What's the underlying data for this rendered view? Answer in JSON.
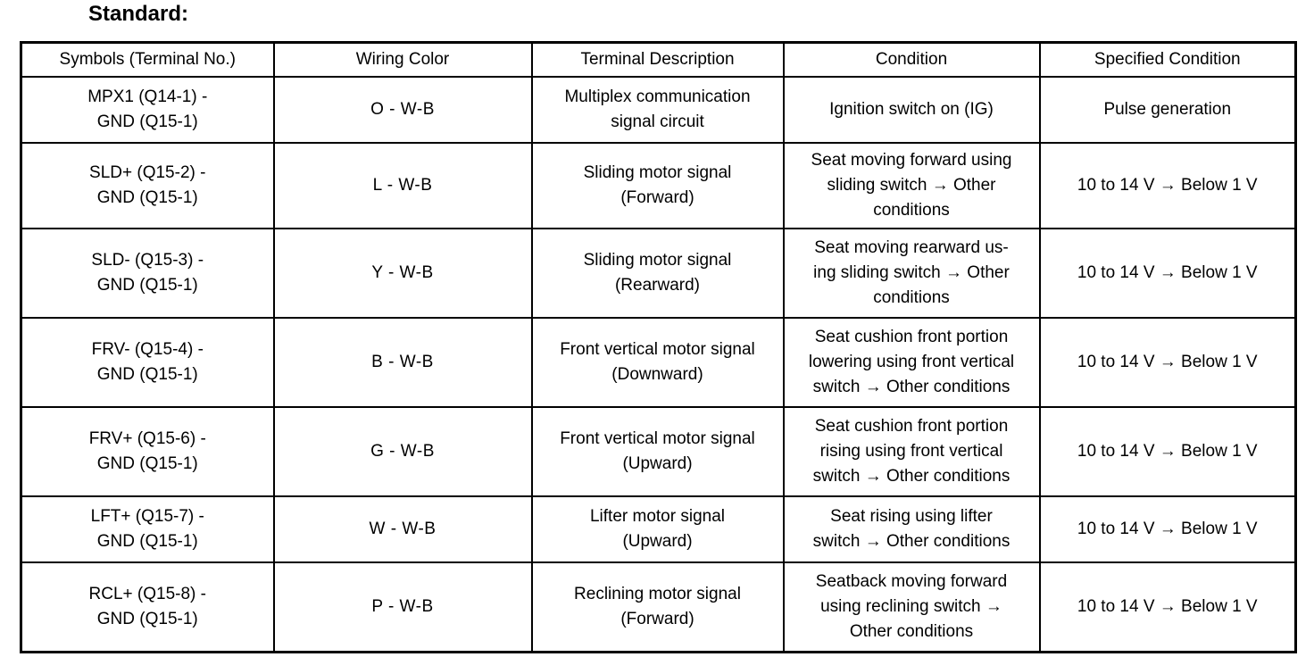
{
  "heading": "Standard:",
  "table": {
    "columns": [
      "Symbols (Terminal No.)",
      "Wiring Color",
      "Terminal Description",
      "Condition",
      "Specified Condition"
    ],
    "rows": [
      {
        "symbols": "MPX1 (Q14-1) -\nGND (Q15-1)",
        "wiring_color": "O  -  W-B",
        "terminal_description": "Multiplex communication\nsignal circuit",
        "condition": "Ignition switch on (IG)",
        "specified_condition": "Pulse generation"
      },
      {
        "symbols": "SLD+ (Q15-2) -\nGND (Q15-1)",
        "wiring_color": "L  -  W-B",
        "terminal_description": "Sliding motor signal\n(Forward)",
        "condition": "Seat moving forward using\nsliding switch → Other\nconditions",
        "specified_condition": "10 to 14 V → Below 1 V"
      },
      {
        "symbols": "SLD- (Q15-3) -\nGND (Q15-1)",
        "wiring_color": "Y  -  W-B",
        "terminal_description": "Sliding motor signal\n(Rearward)",
        "condition": "Seat moving rearward us-\ning sliding switch → Other\nconditions",
        "specified_condition": "10 to 14 V → Below 1 V"
      },
      {
        "symbols": "FRV- (Q15-4) -\nGND (Q15-1)",
        "wiring_color": "B  -  W-B",
        "terminal_description": "Front vertical motor signal\n(Downward)",
        "condition": "Seat cushion front portion\nlowering using front vertical\nswitch → Other conditions",
        "specified_condition": "10 to 14 V → Below 1 V"
      },
      {
        "symbols": "FRV+ (Q15-6) -\nGND (Q15-1)",
        "wiring_color": "G  -  W-B",
        "terminal_description": "Front vertical motor signal\n(Upward)",
        "condition": "Seat cushion front portion\nrising using front vertical\nswitch → Other conditions",
        "specified_condition": "10 to 14 V → Below 1 V"
      },
      {
        "symbols": "LFT+ (Q15-7) -\nGND (Q15-1)",
        "wiring_color": "W  -  W-B",
        "terminal_description": "Lifter motor signal\n(Upward)",
        "condition": "Seat rising using lifter\nswitch → Other conditions",
        "specified_condition": "10 to 14 V → Below 1 V"
      },
      {
        "symbols": "RCL+ (Q15-8) -\nGND (Q15-1)",
        "wiring_color": "P  -  W-B",
        "terminal_description": "Reclining motor signal\n(Forward)",
        "condition": "Seatback moving forward\nusing reclining switch →\nOther conditions",
        "specified_condition": "10 to 14 V → Below 1 V"
      }
    ]
  }
}
